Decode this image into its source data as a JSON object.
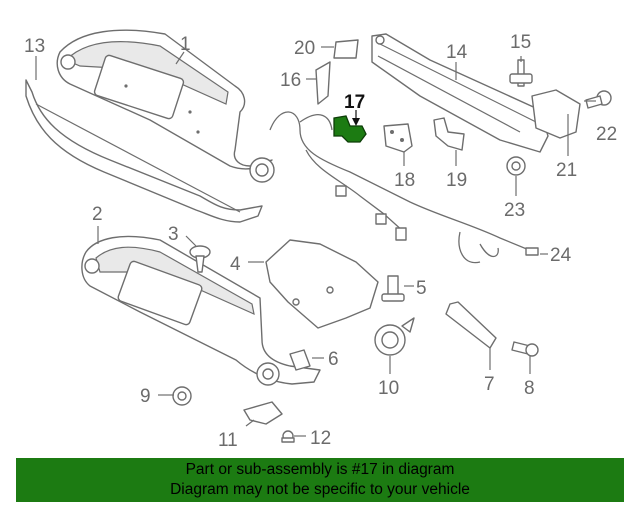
{
  "callouts": [
    {
      "id": "1",
      "label": "1"
    },
    {
      "id": "2",
      "label": "2"
    },
    {
      "id": "3",
      "label": "3"
    },
    {
      "id": "4",
      "label": "4"
    },
    {
      "id": "5",
      "label": "5"
    },
    {
      "id": "6",
      "label": "6"
    },
    {
      "id": "7",
      "label": "7"
    },
    {
      "id": "8",
      "label": "8"
    },
    {
      "id": "9",
      "label": "9"
    },
    {
      "id": "10",
      "label": "10"
    },
    {
      "id": "11",
      "label": "11"
    },
    {
      "id": "12",
      "label": "12"
    },
    {
      "id": "13",
      "label": "13"
    },
    {
      "id": "14",
      "label": "14"
    },
    {
      "id": "15",
      "label": "15"
    },
    {
      "id": "16",
      "label": "16"
    },
    {
      "id": "17",
      "label": "17"
    },
    {
      "id": "18",
      "label": "18"
    },
    {
      "id": "19",
      "label": "19"
    },
    {
      "id": "20",
      "label": "20"
    },
    {
      "id": "21",
      "label": "21"
    },
    {
      "id": "22",
      "label": "22"
    },
    {
      "id": "23",
      "label": "23"
    },
    {
      "id": "24",
      "label": "24"
    }
  ],
  "highlight": {
    "part": "17",
    "color": "#1c7b12"
  },
  "banner": {
    "line1": "Part or sub-assembly is #17 in diagram",
    "line2": "Diagram may not be specific to your vehicle",
    "background": "#1c7b12"
  }
}
